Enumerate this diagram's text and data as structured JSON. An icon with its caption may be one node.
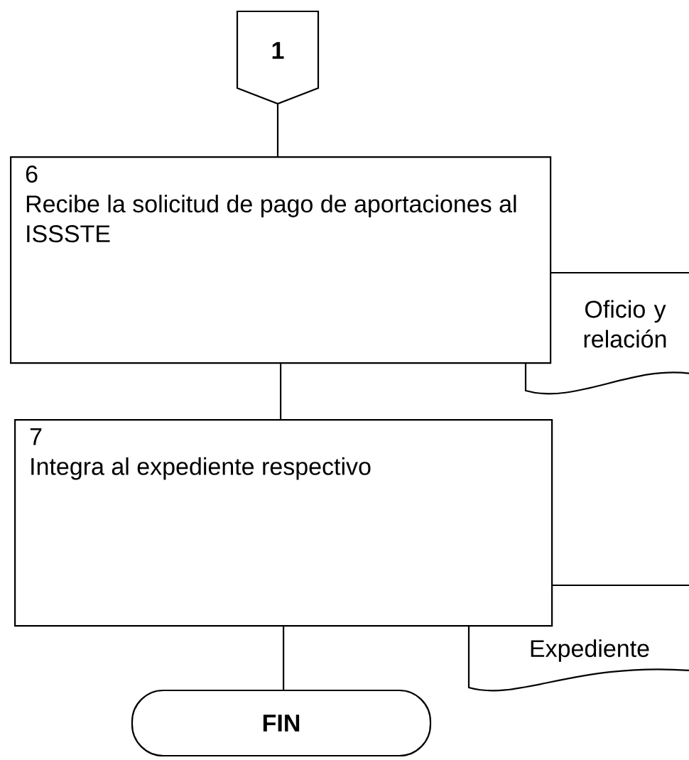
{
  "diagram": {
    "nodes": [
      {
        "text": [
          "1"
        ]
      },
      {
        "text": [
          "6",
          "Recibe la solicitud de pago de aportaciones al ISSSTE"
        ]
      },
      {
        "text": [
          "Oficio y relación"
        ]
      },
      {
        "text": [
          "7",
          "Integra al expediente respectivo"
        ]
      },
      {
        "text": [
          "Expediente"
        ]
      },
      {
        "text": [
          "FIN"
        ]
      }
    ],
    "edges": [
      {
        "from": 0,
        "to": 1,
        "arrow": "none"
      },
      {
        "from": 1,
        "to": 3,
        "arrow": "none"
      },
      {
        "from": 3,
        "to": 5,
        "arrow": "none"
      }
    ]
  }
}
